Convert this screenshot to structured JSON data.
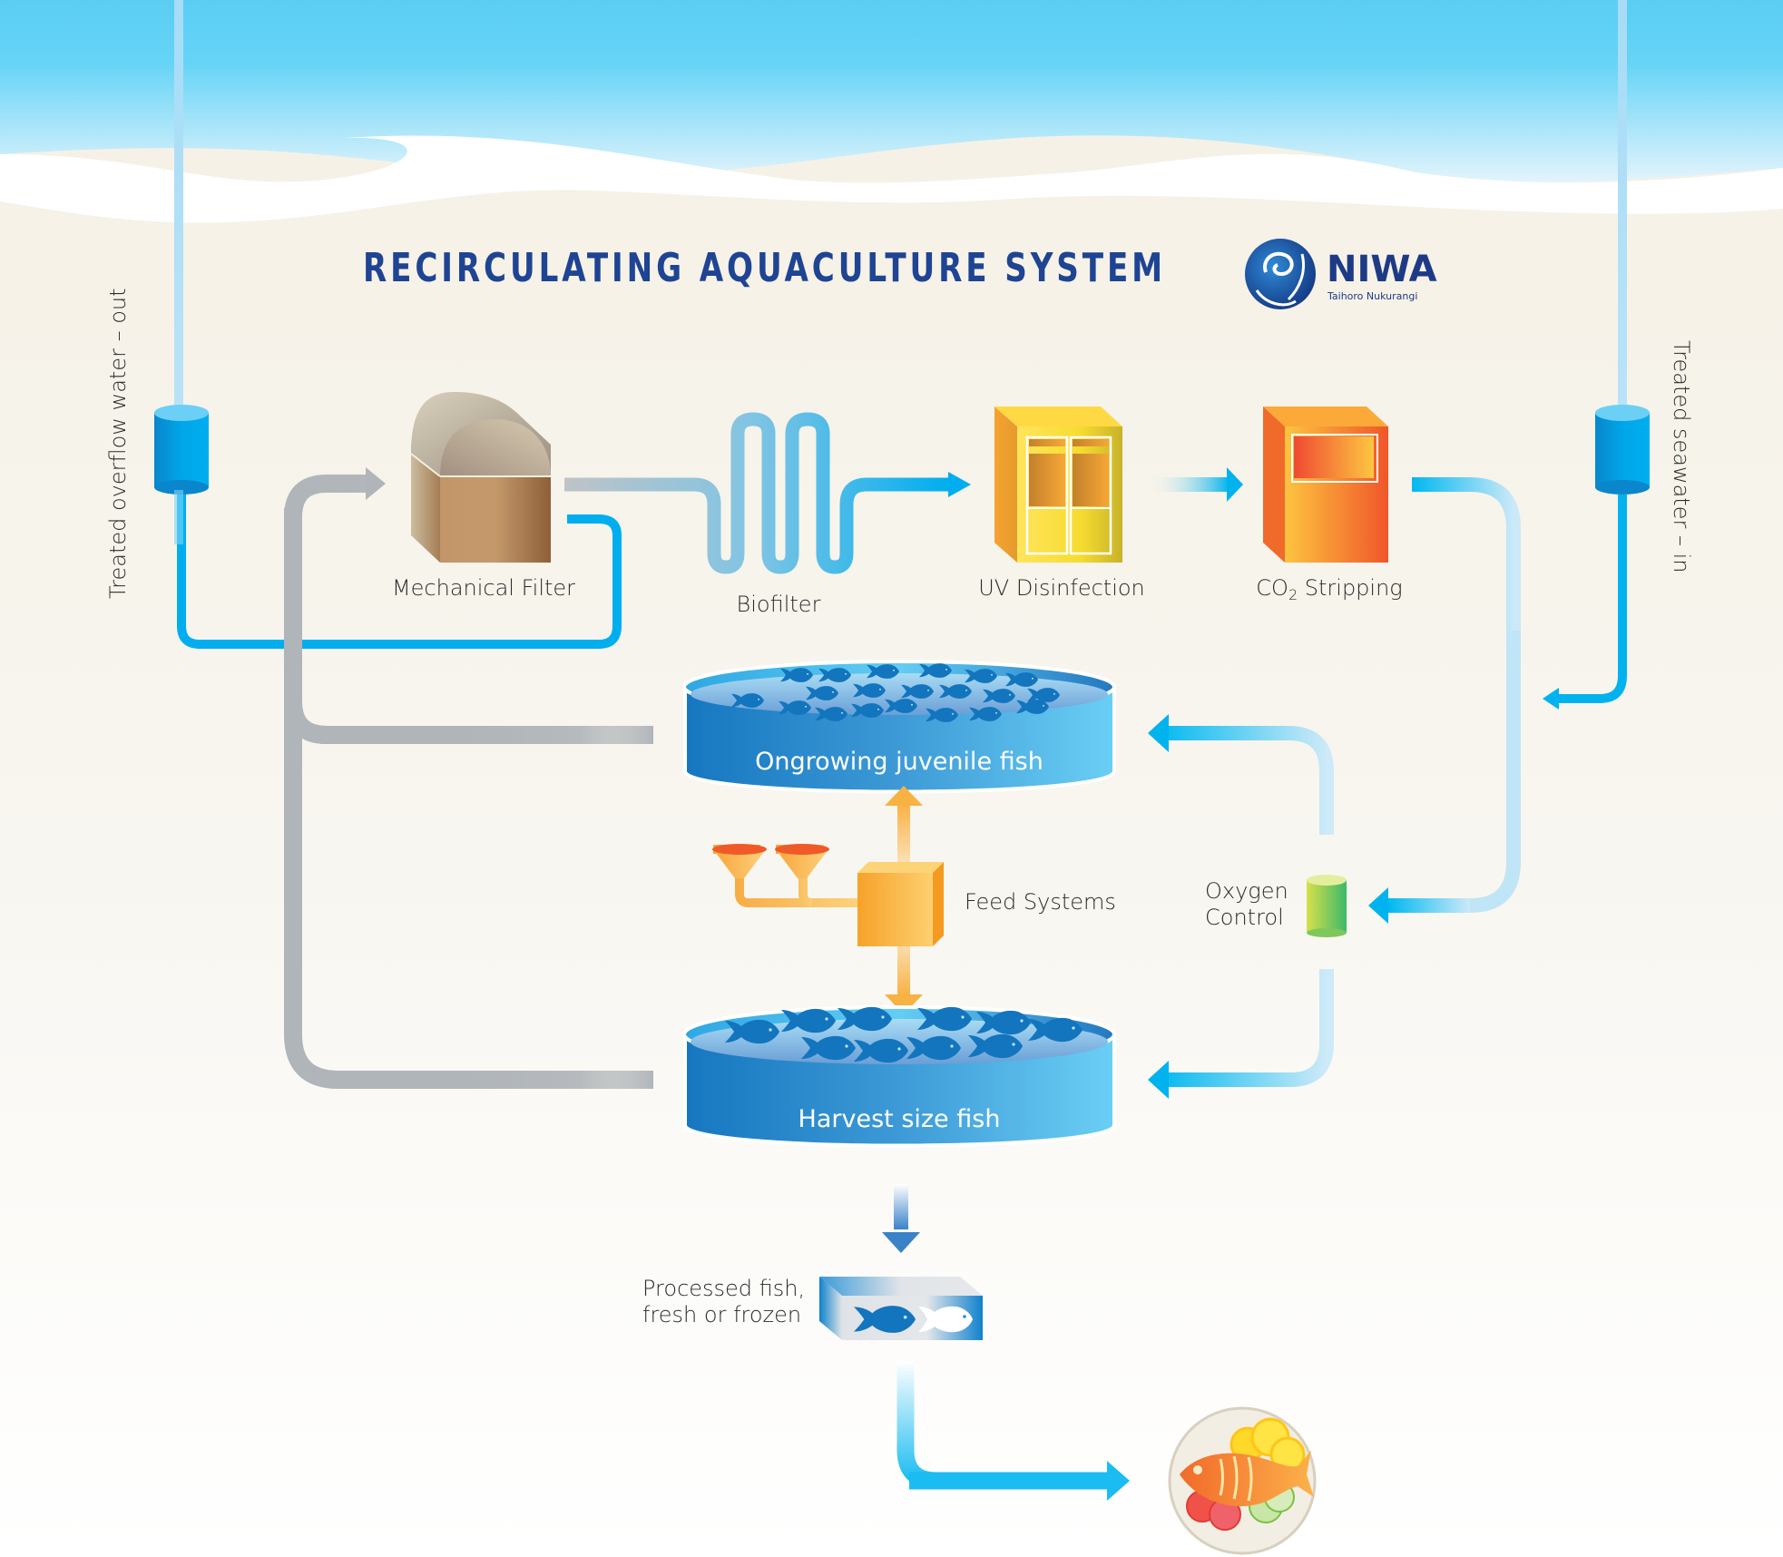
{
  "title": "RECIRCULATING AQUACULTURE SYSTEM",
  "logo": {
    "name": "NIWA",
    "tagline": "Taihoro Nukurangi",
    "icon": "niwa-swirl-logo"
  },
  "side_labels": {
    "left": "Treated overflow water – out",
    "right": "Treated seawater – in"
  },
  "components": {
    "mechanical_filter": "Mechanical Filter",
    "biofilter": "Biofilter",
    "uv_disinfection": "UV Disinfection",
    "co2_stripping_prefix": "CO",
    "co2_stripping_sub": "2",
    "co2_stripping_suffix": " Stripping",
    "feed_systems": "Feed Systems",
    "oxygen_control_line1": "Oxygen",
    "oxygen_control_line2": "Control",
    "processed_line1": "Processed fish,",
    "processed_line2": "fresh or frozen"
  },
  "tanks": {
    "juvenile": "Ongrowing juvenile fish",
    "harvest": "Harvest size fish"
  },
  "icons": {
    "final_dish": "fish-plate-icon",
    "processed_box": "fish-box-icon",
    "feed_hoppers": "funnel-icon",
    "oxygen_cylinder": "cylinder-icon"
  },
  "colors": {
    "title_blue": "#1e4493",
    "water_blue": "#00aeef",
    "pipe_grey": "#b0b5ba",
    "feed_orange": "#f7a531",
    "background_sand": "#f6f2e8"
  }
}
